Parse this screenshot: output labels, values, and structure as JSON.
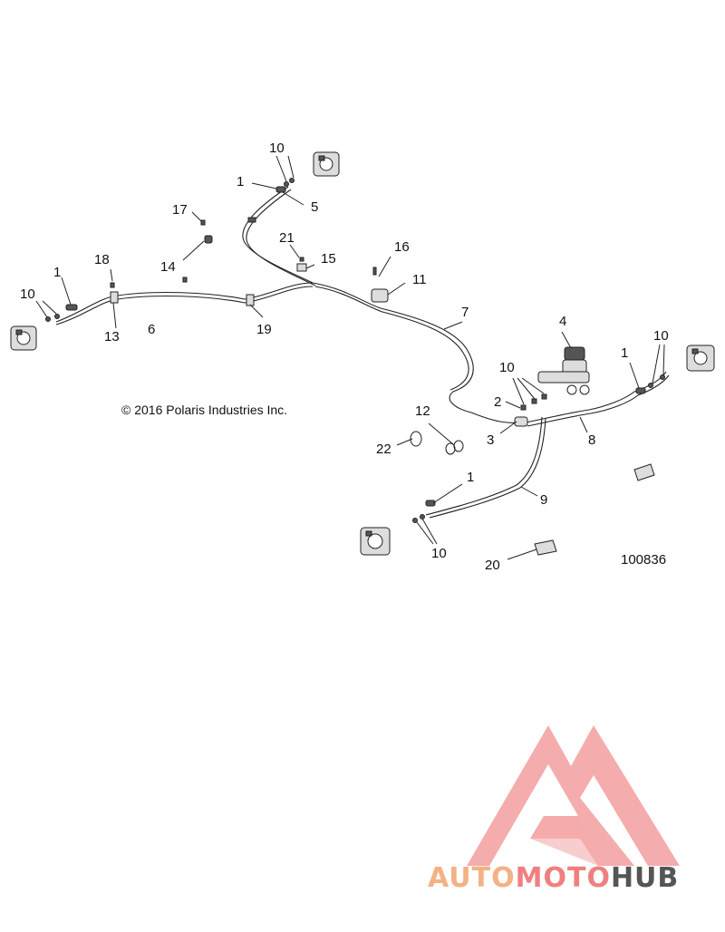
{
  "copyright": "© 2016 Polaris Industries Inc.",
  "diagram_id": "100836",
  "brand": {
    "auto": "AUTO",
    "moto": "MOTO",
    "hub": "HUB",
    "colors": {
      "auto": "#f4b183",
      "moto": "#f08080",
      "hub": "#555555",
      "logo": "#f4a4a4"
    }
  },
  "callouts": {
    "c1a": "1",
    "c1b": "1",
    "c1c": "1",
    "c1d": "1",
    "c2": "2",
    "c3": "3",
    "c4": "4",
    "c5": "5",
    "c6": "6",
    "c7": "7",
    "c8": "8",
    "c9": "9",
    "c10a": "10",
    "c10b": "10",
    "c10c": "10",
    "c10d": "10",
    "c10e": "10",
    "c11": "11",
    "c12": "12",
    "c13": "13",
    "c14": "14",
    "c15": "15",
    "c16": "16",
    "c17": "17",
    "c18": "18",
    "c19": "19",
    "c20": "20",
    "c21": "21",
    "c22": "22"
  }
}
